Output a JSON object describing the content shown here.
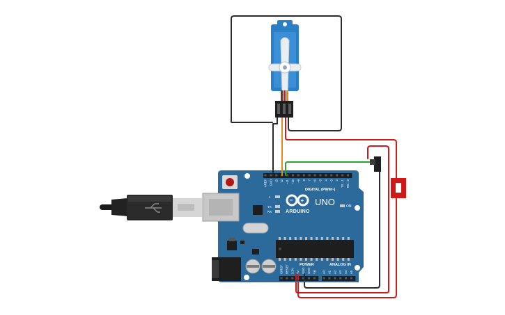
{
  "board": {
    "brand": "ARDUINO",
    "model": "UNO",
    "digital_label": "DIGITAL (PWM~)",
    "power_label": "POWER",
    "analog_label": "ANALOG IN",
    "on_label": "ON",
    "led_l": "L",
    "led_tx": "TX",
    "led_rx": "RX",
    "digital_pins": [
      "AREF",
      "GND",
      "13",
      "12",
      "~11",
      "~10",
      "~9",
      "8",
      "7",
      "~6",
      "~5",
      "4",
      "~3",
      "2",
      "TX→1",
      "RX←0"
    ],
    "power_pins": [
      "IOREF",
      "RESET",
      "3.3V",
      "5V",
      "GND",
      "GND",
      "Vin"
    ],
    "analog_pins": [
      "A0",
      "A1",
      "A2",
      "A3",
      "A4",
      "A5"
    ]
  },
  "colors": {
    "board": "#2c6a9c",
    "wire_black": "#2a2a2a",
    "wire_red": "#d01818",
    "wire_green": "#2aa52a",
    "wire_orange": "#e08a1a",
    "servo": "#2a7fc6",
    "switch_red": "#d01818"
  }
}
